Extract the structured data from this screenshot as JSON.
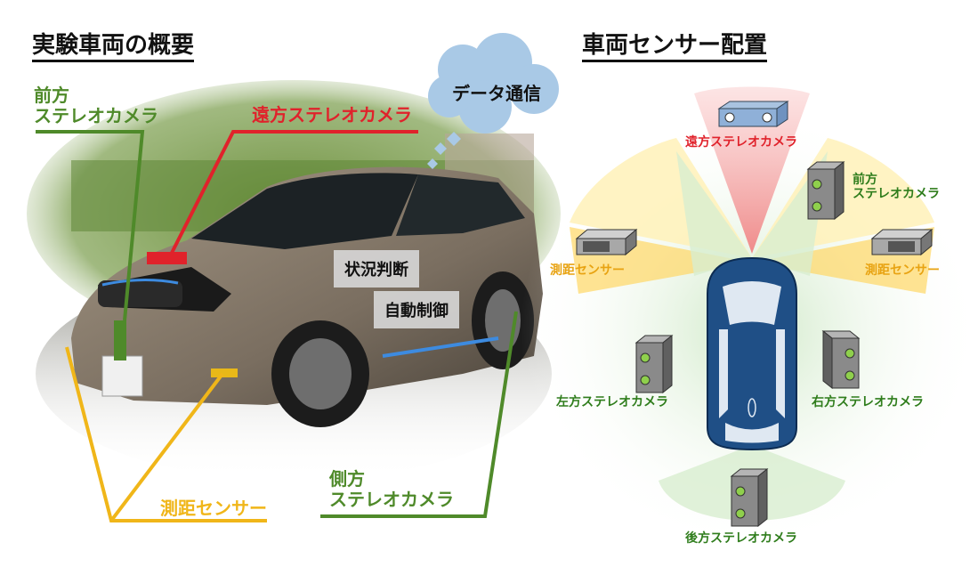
{
  "left": {
    "title": "実験車両の概要",
    "labels": {
      "front_camera_line1": "前方",
      "front_camera_line2": "ステレオカメラ",
      "far_camera": "遠方ステレオカメラ",
      "data_comm": "データ通信",
      "situation": "状況判断",
      "auto_control": "自動制御",
      "range_sensor": "測距センサー",
      "side_camera_line1": "側方",
      "side_camera_line2": "ステレオカメラ"
    }
  },
  "right": {
    "title": "車両センサー配置",
    "labels": {
      "far_camera": "遠方ステレオカメラ",
      "front_camera_line1": "前方",
      "front_camera_line2": "ステレオカメラ",
      "range_left": "測距センサー",
      "range_right": "測距センサー",
      "left_camera": "左方ステレオカメラ",
      "right_camera": "右方ステレオカメラ",
      "rear_camera": "後方ステレオカメラ"
    }
  },
  "colors": {
    "green": "#4f8a2a",
    "red": "#e0222b",
    "yellow": "#f0b619",
    "orange": "#e8a312",
    "car_blue": "#1f4f86",
    "cloud": "#a9c9e6"
  },
  "icons": [
    "cloud-icon",
    "stereo-camera-icon",
    "range-sensor-icon",
    "car-top-icon"
  ]
}
